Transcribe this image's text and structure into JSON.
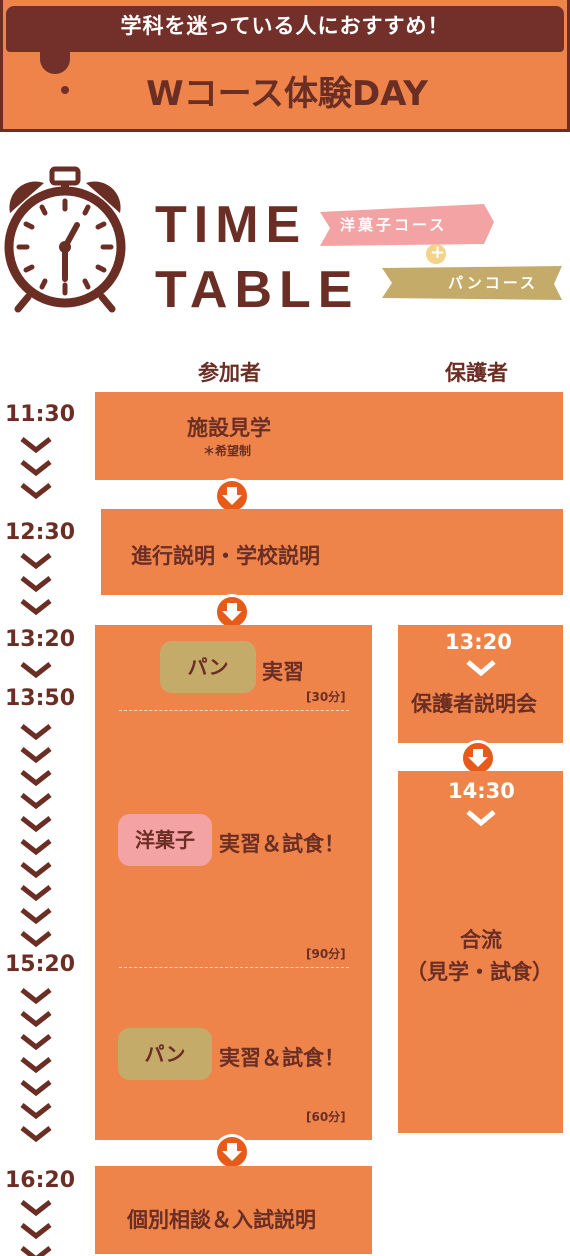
{
  "banner": {
    "subtitle": "学科を迷っている人におすすめ！",
    "title": "Wコース体験DAY"
  },
  "heading": {
    "line1": "TIME",
    "line2": "TABLE"
  },
  "ribbons": {
    "top": "洋菓子コース",
    "bottom": "パンコース",
    "plus": "+"
  },
  "columns": {
    "participant": "参加者",
    "guardian": "保護者"
  },
  "times": [
    "11:30",
    "12:30",
    "13:20",
    "13:50",
    "15:20",
    "16:20"
  ],
  "participant": {
    "facility_tour": "施設見学",
    "facility_note": "＊希望制",
    "progress_explain": "進行説明・学校説明",
    "pan_pill_1": "パン",
    "pan_practice": "実習",
    "dur_30": "[30分]",
    "yogashi_pill": "洋菓子",
    "yogashi_practice": "実習＆試食！",
    "dur_90": "[90分]",
    "pan_pill_2": "パン",
    "pan_practice_2": "実習＆試食！",
    "dur_60": "[60分]",
    "consult": "個別相談＆入試説明"
  },
  "guardian": {
    "time_1": "13:20",
    "briefing": "保護者説明会",
    "time_2": "14:30",
    "join": "合流",
    "join_note": "（見学・試食）"
  },
  "colors": {
    "orange": "#ef844a",
    "brown": "#6b2e24",
    "pan": "#c5ab6a",
    "yogashi": "#f4a3a4",
    "arrow": "#e65a1a"
  }
}
